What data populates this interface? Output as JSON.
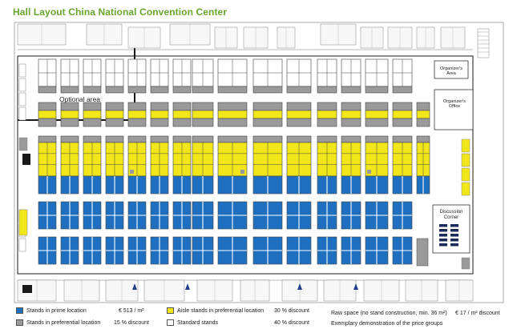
{
  "page": {
    "title": "Hall Layout China National Convention Center"
  },
  "colors": {
    "prime": "#1f6fc0",
    "preferential": "#9a9a9a",
    "aisle": "#f1e619",
    "standard": "#ffffff",
    "title_green": "#6aa431",
    "wall": "#1a1a1a"
  },
  "areas": {
    "optional_area": "Optional area",
    "organizers_area": [
      "Organizer's",
      "Area"
    ],
    "organizers_office": [
      "Organizer's",
      "Office"
    ],
    "discussion_corner": [
      "Discussion",
      "Corner"
    ]
  },
  "legend": {
    "prime": {
      "label": "Stands in prime location",
      "price": "€ 513 / m²"
    },
    "preferential": {
      "label": "Stands in preferential location",
      "discount": "15 % discount"
    },
    "aisle": {
      "label": "Aisle stands in preferential location",
      "discount": "30 % discount"
    },
    "standard": {
      "label": "Standard stands",
      "discount": "40 % discount"
    },
    "raw_space": {
      "label": "Raw space (no stand construction, min. 36 m²)",
      "price": "€ 17 / m² discount"
    },
    "caption": "Exemplary demonstration of the price groups"
  }
}
